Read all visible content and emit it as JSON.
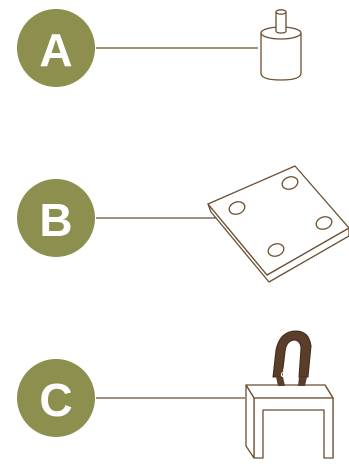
{
  "colors": {
    "badge_fill": "#8C8F4D",
    "badge_text": "#FFFFFF",
    "line": "#6B4E31",
    "strap": "#5A3E2A",
    "strap_text": "#FFFFFF"
  },
  "items": [
    {
      "label": "A",
      "part": "peg-icon"
    },
    {
      "label": "B",
      "part": "corner-plate-icon"
    },
    {
      "label": "C",
      "part": "clip-with-strap-icon"
    }
  ],
  "strap_text": "LOVESAC"
}
